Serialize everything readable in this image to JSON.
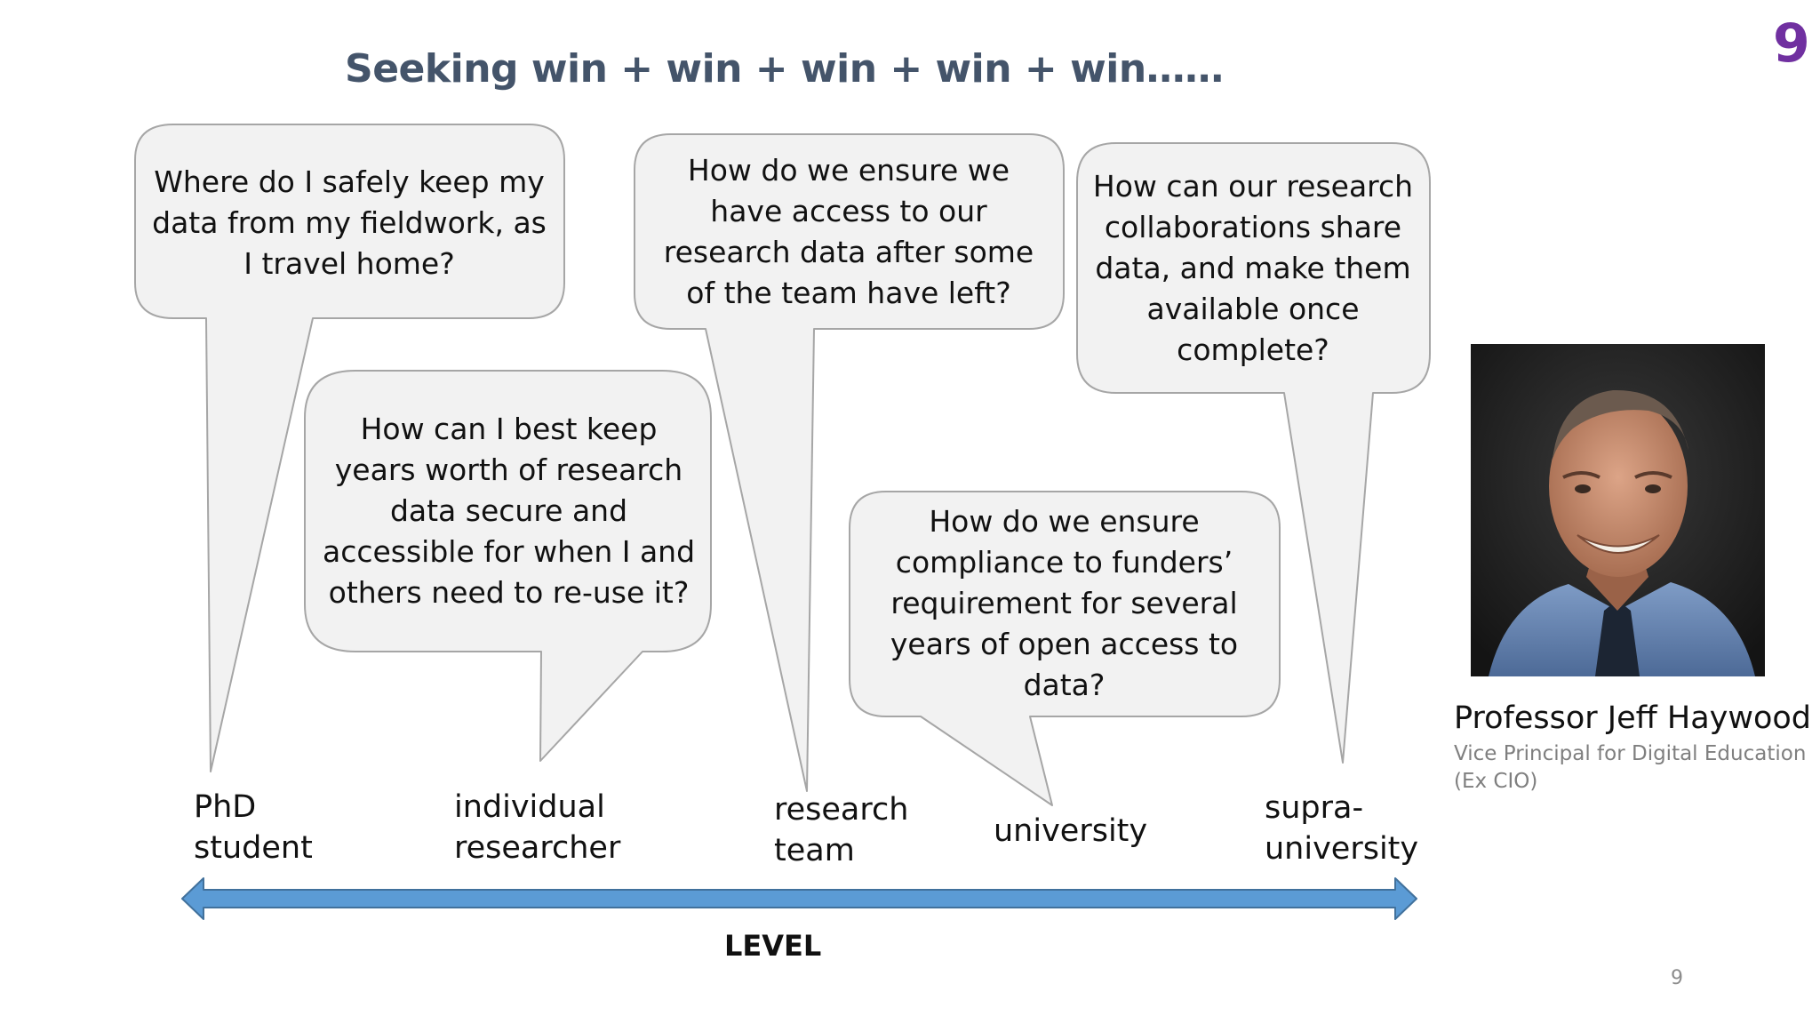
{
  "slide": {
    "title": "Seeking win + win + win + win + win……",
    "corner_number": "9",
    "page_number": "9"
  },
  "bubbles": [
    {
      "name": "phd-question",
      "text": "Where do I safely keep my data from my fieldwork, as I travel home?"
    },
    {
      "name": "individual-question",
      "text": "How can I best keep years worth of research data secure and accessible for when I and others need to re-use it?"
    },
    {
      "name": "team-question",
      "text": "How do we ensure we have access to our research data after some of the team have left?"
    },
    {
      "name": "university-question",
      "text": "How do we ensure compliance to funders’ requirement for several years of open access to data?"
    },
    {
      "name": "supra-question",
      "text": "How can our research collaborations share data, and make them available once complete?"
    }
  ],
  "levels": {
    "phd_line1": "PhD",
    "phd_line2": "student",
    "individual_line1": "individual",
    "individual_line2": "researcher",
    "team_line1": "research",
    "team_line2": "team",
    "university": "university",
    "supra_line1": "supra-",
    "supra_line2": "university"
  },
  "axis_label": "LEVEL",
  "professor": {
    "name": "Professor Jeff Haywood",
    "role_line1": "Vice Principal for Digital Education",
    "role_line2": "(Ex CIO)"
  },
  "colors": {
    "title": "#44546A",
    "corner_number": "#7030A0",
    "bubble_fill": "#F2F2F2",
    "bubble_stroke": "#A6A6A6",
    "arrow_fill": "#5B9BD5",
    "arrow_stroke": "#41719C"
  },
  "icons": {
    "photo": "portrait-photo"
  }
}
